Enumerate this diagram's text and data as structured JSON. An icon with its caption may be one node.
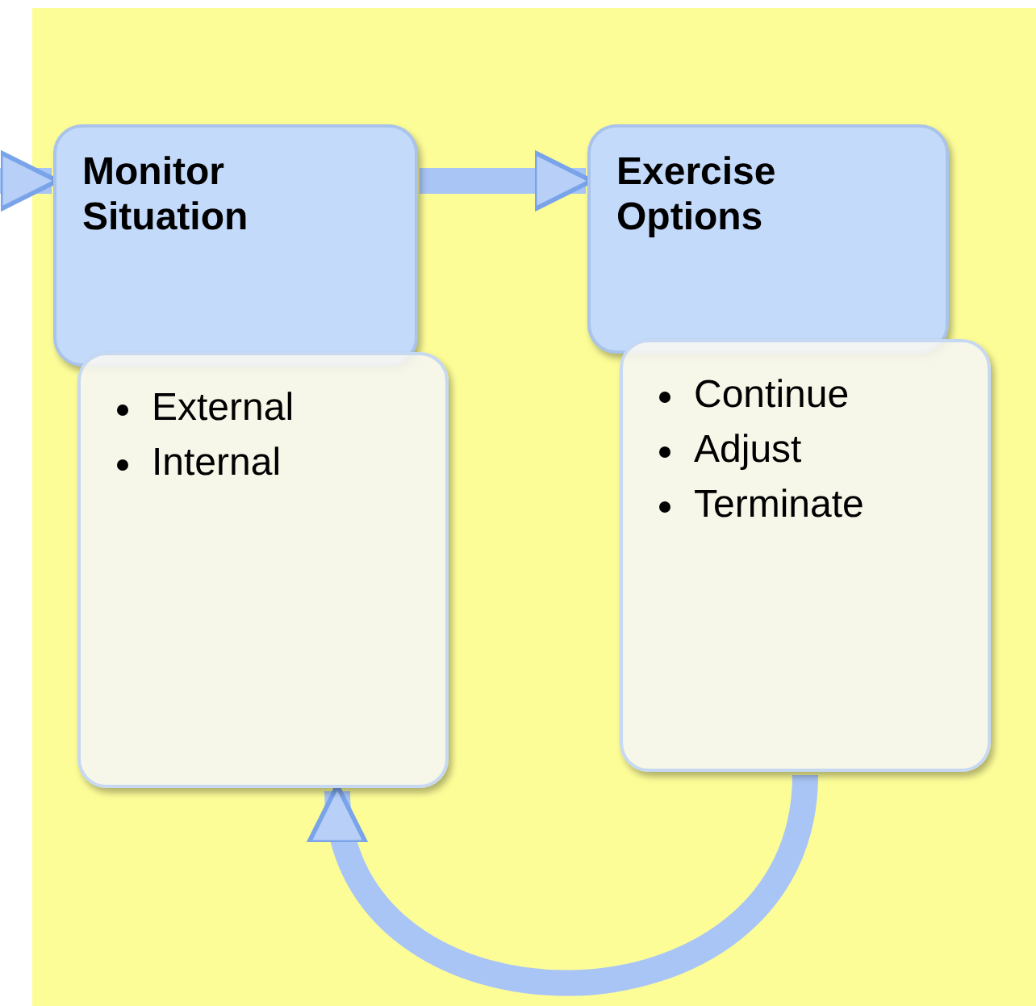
{
  "diagram": {
    "nodes": [
      {
        "text": [
          "Monitor Situation"
        ]
      },
      {
        "text": [
          "External",
          "Internal"
        ]
      },
      {
        "text": [
          "Exercise Options"
        ]
      },
      {
        "text": [
          "Continue",
          "Adjust",
          "Terminate"
        ]
      }
    ],
    "edges": [
      {
        "from": null,
        "to": 0,
        "arrow": "to"
      },
      {
        "from": 0,
        "to": 2,
        "arrow": "to"
      },
      {
        "from": 3,
        "to": 1,
        "arrow": "to"
      }
    ]
  }
}
